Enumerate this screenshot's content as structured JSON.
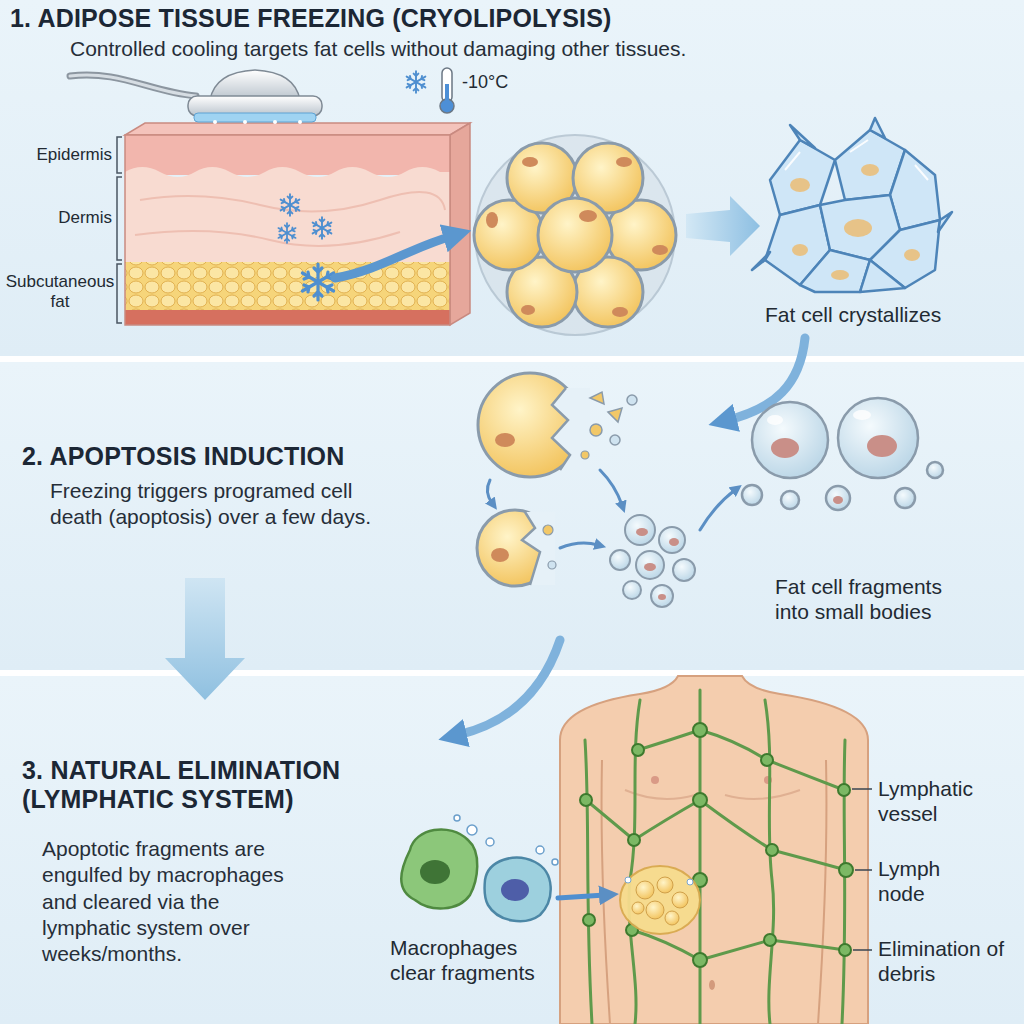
{
  "diagram": {
    "nodes": [
      {
        "text": [
          "1. ADIPOSE TISSUE FREEZING (CRYOLIPOLYSIS)",
          "Controlled cooling targets fat cells without damaging other tissues."
        ]
      },
      {
        "text": [
          "2. APOPTOSIS INDUCTION",
          "Freezing triggers programed cell death (apoptosis) over a few days."
        ]
      },
      {
        "text": [
          "3. NATURAL ELIMINATION (LYMPHATIC SYSTEM)",
          "Apoptotic fragments are engulfed by macrophages and cleared via the lymphatic system over weeks/months."
        ]
      }
    ],
    "labels": [
      "Epidermis",
      "Dermis",
      "Subcutaneous fat",
      "-10°C",
      "Fat cell crystallizes",
      "Fat cell fragments into small bodies",
      "Macrophages clear fragments",
      "Lymphatic vessel",
      "Lymph node",
      "Elimination of debris"
    ]
  }
}
